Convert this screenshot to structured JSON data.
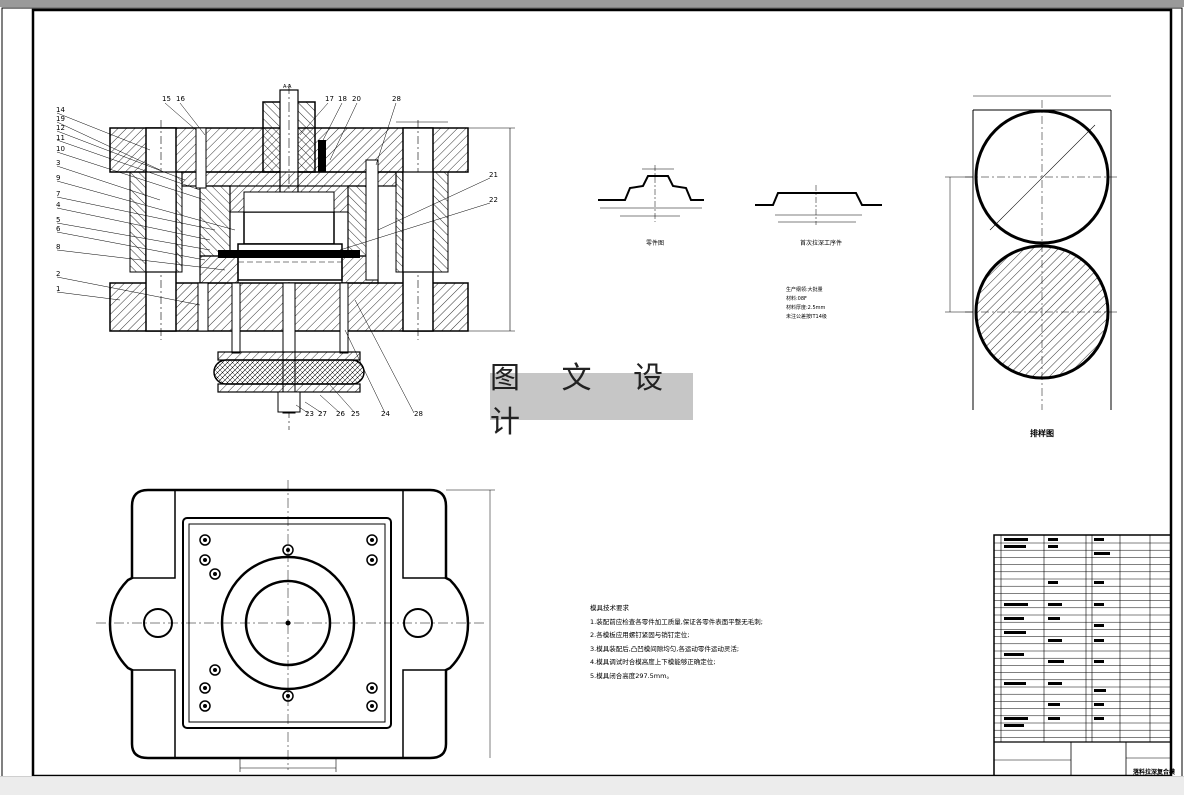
{
  "watermark": "图 文 设 计",
  "section_label": "A-A",
  "part_numbers_left": [
    "14",
    "19",
    "12",
    "11",
    "10",
    "3",
    "9",
    "7",
    "4",
    "5",
    "6",
    "8",
    "2",
    "1"
  ],
  "part_numbers_top": [
    "15",
    "16",
    "17",
    "18",
    "20",
    "28"
  ],
  "part_numbers_right": [
    "21",
    "22"
  ],
  "part_numbers_bottom": [
    "23",
    "27",
    "26",
    "25",
    "24",
    "28"
  ],
  "strip_caption": "排样图",
  "part_caption_1": "零件图",
  "part_caption_2": "首次拉深工序件",
  "material_notes": [
    "生产纲领:大批量",
    "材料:08F",
    "材料厚度:2.5mm",
    "未注公差按IT14级"
  ],
  "tech_title": "模具技术要求",
  "tech_requirements": [
    "1.装配前应检查各零件加工质量,保证各零件表面平整无毛刺;",
    "2.各模板应用螺钉紧固与销钉定位;",
    "3.模具装配后,凸凹模间隙均匀,各运动零件运动灵活;",
    "4.模具调试时合模高度上下模能够正确定位;",
    "5.模具闭合高度297.5mm。"
  ],
  "title_block_name": "落料拉深复合模"
}
